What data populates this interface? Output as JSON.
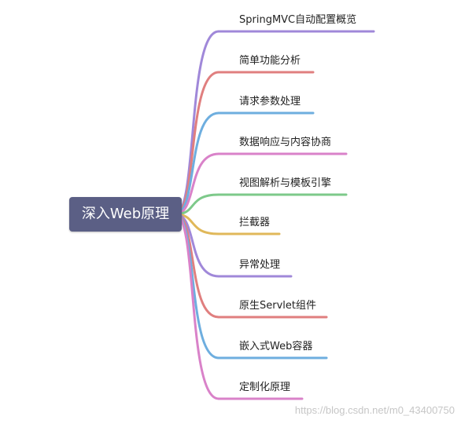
{
  "root": {
    "label": "深入Web原理"
  },
  "branches": [
    {
      "label": "SpringMVC自动配置概览",
      "color": "#a088d9"
    },
    {
      "label": "简单功能分析",
      "color": "#e07f7f"
    },
    {
      "label": "请求参数处理",
      "color": "#6eaedf"
    },
    {
      "label": "数据响应与内容协商",
      "color": "#d982c9"
    },
    {
      "label": "视图解析与模板引擎",
      "color": "#7dc98a"
    },
    {
      "label": "拦截器",
      "color": "#e0b85a"
    },
    {
      "label": "异常处理",
      "color": "#a088d9"
    },
    {
      "label": "原生Servlet组件",
      "color": "#e07f7f"
    },
    {
      "label": "嵌入式Web容器",
      "color": "#6eaedf"
    },
    {
      "label": "定制化原理",
      "color": "#d982c9"
    }
  ],
  "watermark": "https://blog.csdn.net/m0_43400750"
}
